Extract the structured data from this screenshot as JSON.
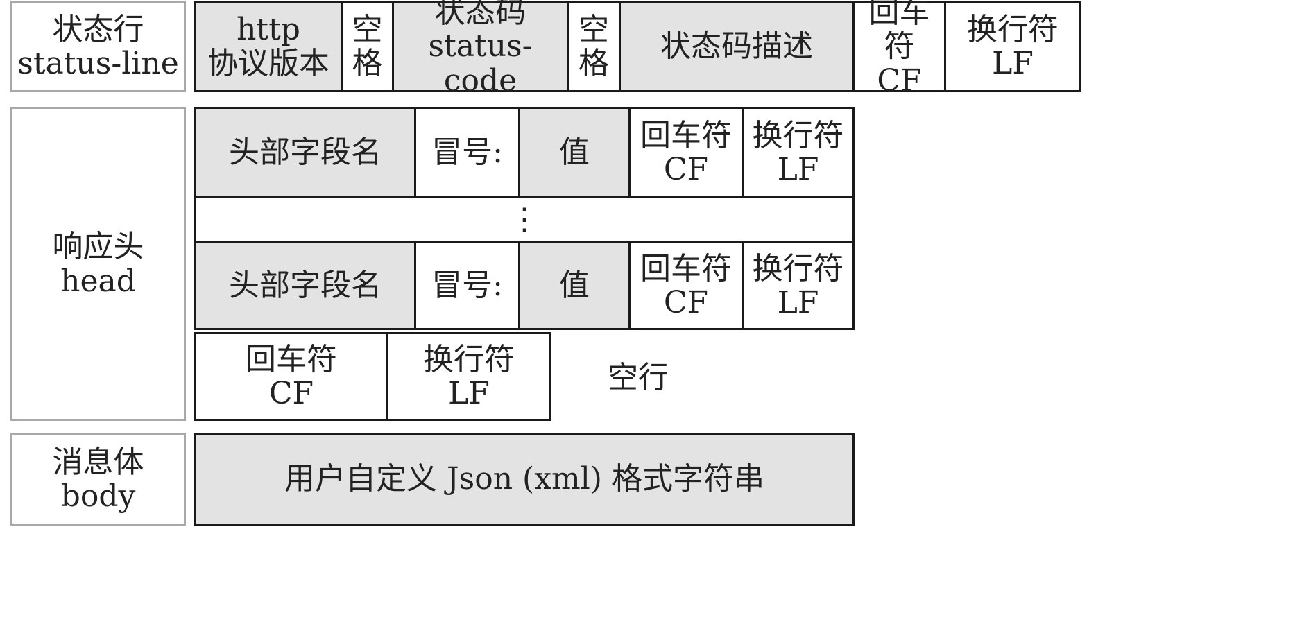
{
  "status_line": {
    "label_cn": "状态行",
    "label_en": "status-line",
    "http_version": [
      "http",
      "协议版本"
    ],
    "space_1": [
      "空",
      "格"
    ],
    "status_code": [
      "状态码",
      "status-code"
    ],
    "space_2": [
      "空",
      "格"
    ],
    "status_desc": "状态码描述",
    "cr": [
      "回车符",
      "CF"
    ],
    "lf": [
      "换行符",
      "LF"
    ]
  },
  "head": {
    "label_cn": "响应头",
    "label_en": "head",
    "rows": [
      {
        "field": "头部字段名",
        "colon": "冒号:",
        "value": "值",
        "cr": [
          "回车符",
          "CF"
        ],
        "lf": [
          "换行符",
          "LF"
        ]
      },
      {
        "field": "头部字段名",
        "colon": "冒号:",
        "value": "值",
        "cr": [
          "回车符",
          "CF"
        ],
        "lf": [
          "换行符",
          "LF"
        ]
      }
    ],
    "ellipsis": "⋮",
    "blank_line": {
      "cr": [
        "回车符",
        "CF"
      ],
      "lf": [
        "换行符",
        "LF"
      ],
      "label": "空行"
    }
  },
  "body": {
    "label_cn": "消息体",
    "label_en": "body",
    "content": "用户自定义 Json (xml) 格式字符串"
  }
}
